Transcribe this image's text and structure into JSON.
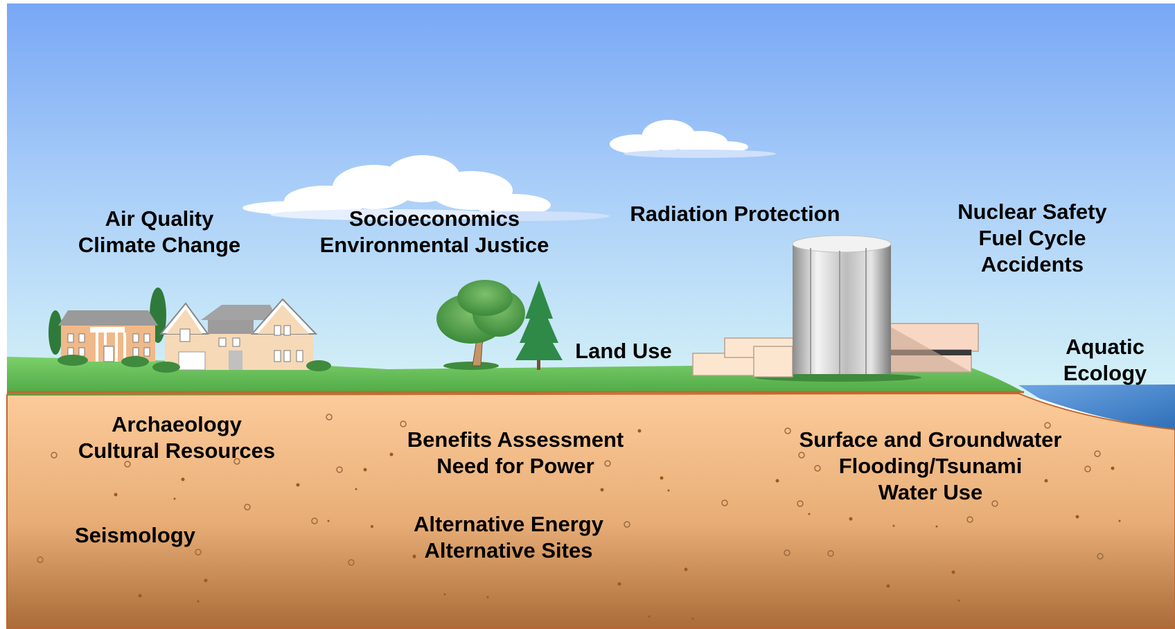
{
  "labels": {
    "air": [
      "Air Quality",
      "Climate Change"
    ],
    "socio": [
      "Socioeconomics",
      "Environmental Justice"
    ],
    "radiation": [
      "Radiation Protection"
    ],
    "nuclear": [
      "Nuclear Safety",
      "Fuel Cycle",
      "Accidents"
    ],
    "landuse": [
      "Land Use"
    ],
    "aquatic": [
      "Aquatic",
      "Ecology"
    ],
    "archaeology": [
      "Archaeology",
      "Cultural Resources"
    ],
    "benefits": [
      "Benefits Assessment",
      "Need for Power"
    ],
    "water": [
      "Surface and Groundwater",
      "Flooding/Tsunami",
      "Water Use"
    ],
    "seismology": [
      "Seismology"
    ],
    "alternatives": [
      "Alternative Energy",
      "Alternative Sites"
    ]
  },
  "colors": {
    "sky_top": "#78a7f5",
    "sky_bottom": "#d6f3f7",
    "grass": "#6cc35b",
    "soil_top": "#f9c998",
    "soil_bottom": "#a96c38",
    "water": "#3f82cc"
  }
}
